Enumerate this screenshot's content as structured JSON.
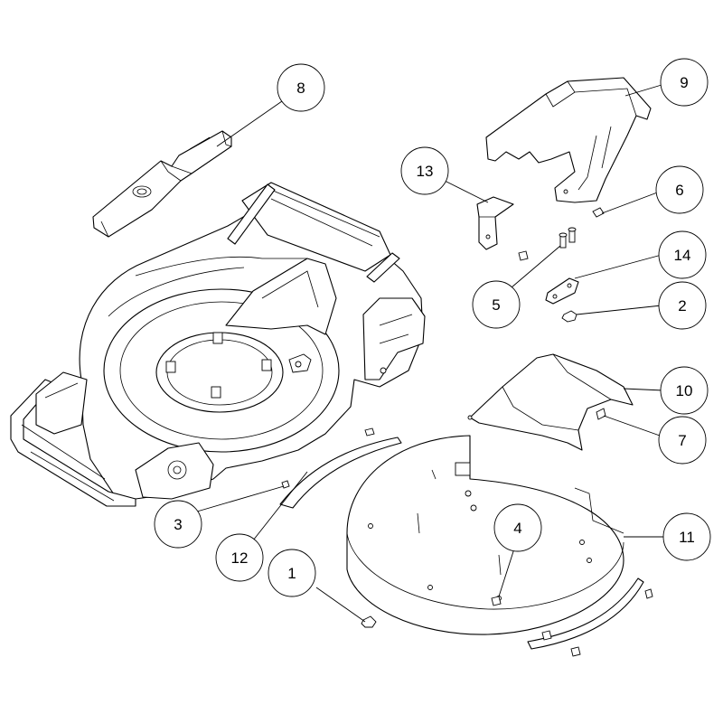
{
  "callouts": [
    {
      "id": "c8",
      "label": "8"
    },
    {
      "id": "c9",
      "label": "9"
    },
    {
      "id": "c13",
      "label": "13"
    },
    {
      "id": "c6",
      "label": "6"
    },
    {
      "id": "c14",
      "label": "14"
    },
    {
      "id": "c5",
      "label": "5"
    },
    {
      "id": "c2",
      "label": "2"
    },
    {
      "id": "c10",
      "label": "10"
    },
    {
      "id": "c7",
      "label": "7"
    },
    {
      "id": "c4",
      "label": "4"
    },
    {
      "id": "c3",
      "label": "3"
    },
    {
      "id": "c11",
      "label": "11"
    },
    {
      "id": "c12",
      "label": "12"
    },
    {
      "id": "c1",
      "label": "1"
    }
  ]
}
